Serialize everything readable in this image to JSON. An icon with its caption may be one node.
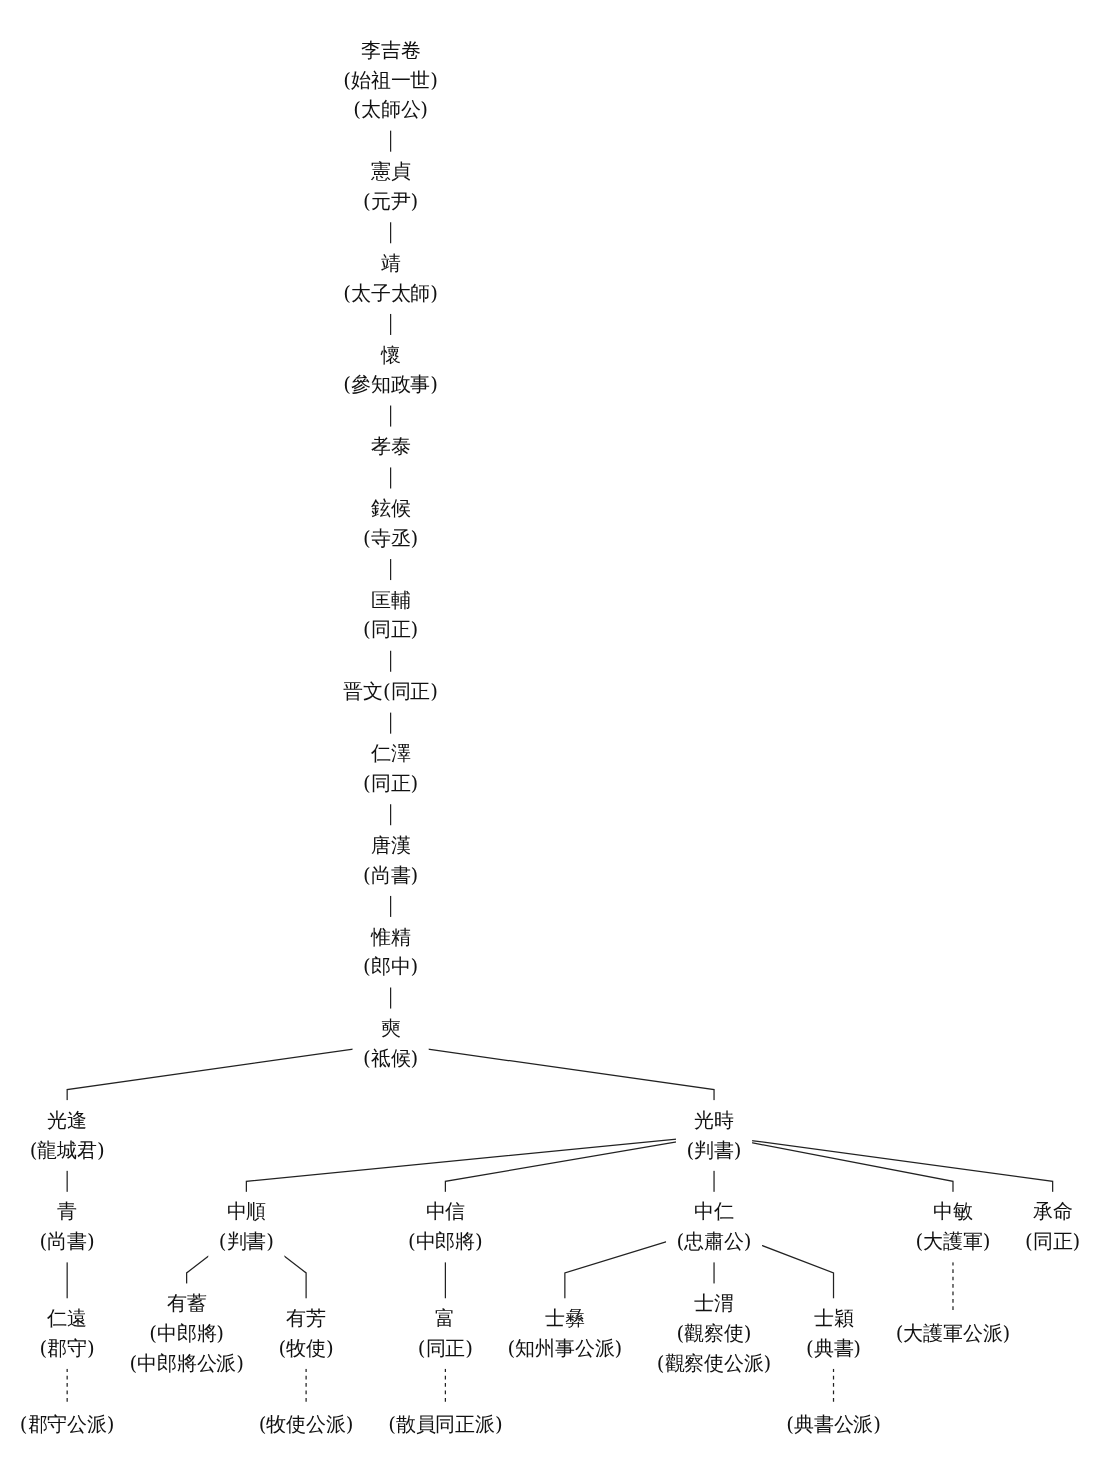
{
  "diagram": {
    "nodes": [
      {
        "text": [
          "李吉卷",
          "(始祖一世)",
          "(太師公)"
        ]
      },
      {
        "text": [
          "憲貞",
          "(元尹)"
        ]
      },
      {
        "text": [
          "靖",
          "(太子太師)"
        ]
      },
      {
        "text": [
          "懷",
          "(參知政事)"
        ]
      },
      {
        "text": [
          "孝泰"
        ]
      },
      {
        "text": [
          "鉉候",
          "(寺丞)"
        ]
      },
      {
        "text": [
          "匡輔",
          "(同正)"
        ]
      },
      {
        "text": [
          "晋文(同正)"
        ]
      },
      {
        "text": [
          "仁澤",
          "(同正)"
        ]
      },
      {
        "text": [
          "唐漢",
          "(尚書)"
        ]
      },
      {
        "text": [
          "惟精",
          "(郎中)"
        ]
      },
      {
        "text": [
          "奭",
          "(祗候)"
        ]
      },
      {
        "text": [
          "光逢",
          "(龍城君)"
        ]
      },
      {
        "text": [
          "光時",
          "(判書)"
        ]
      },
      {
        "text": [
          "青",
          "(尚書)"
        ]
      },
      {
        "text": [
          "仁遠",
          "(郡守)"
        ]
      },
      {
        "text": [
          "(郡守公派)"
        ]
      },
      {
        "text": [
          "中順",
          "(判書)"
        ]
      },
      {
        "text": [
          "中信",
          "(中郎將)"
        ]
      },
      {
        "text": [
          "中仁",
          "(忠肅公)"
        ]
      },
      {
        "text": [
          "中敏",
          "(大護軍)"
        ]
      },
      {
        "text": [
          "承命",
          "(同正)"
        ]
      },
      {
        "text": [
          "有蓄",
          "(中郎將)",
          "(中郎將公派)"
        ]
      },
      {
        "text": [
          "有芳",
          "(牧使)"
        ]
      },
      {
        "text": [
          "(牧使公派)"
        ]
      },
      {
        "text": [
          "富",
          "(同正)"
        ]
      },
      {
        "text": [
          "(散員同正派)"
        ]
      },
      {
        "text": [
          "士彝",
          "(知州事公派)"
        ]
      },
      {
        "text": [
          "士渭",
          "(觀察使)",
          "(觀察使公派)"
        ]
      },
      {
        "text": [
          "士穎",
          "(典書)"
        ]
      },
      {
        "text": [
          "(典書公派)"
        ]
      },
      {
        "text": [
          "(大護軍公派)"
        ]
      }
    ],
    "edges": [
      {
        "from": 0,
        "to": 1,
        "arrow": "none"
      },
      {
        "from": 1,
        "to": 2,
        "arrow": "none"
      },
      {
        "from": 2,
        "to": 3,
        "arrow": "none"
      },
      {
        "from": 3,
        "to": 4,
        "arrow": "none"
      },
      {
        "from": 4,
        "to": 5,
        "arrow": "none"
      },
      {
        "from": 5,
        "to": 6,
        "arrow": "none"
      },
      {
        "from": 6,
        "to": 7,
        "arrow": "none"
      },
      {
        "from": 7,
        "to": 8,
        "arrow": "none"
      },
      {
        "from": 8,
        "to": 9,
        "arrow": "none"
      },
      {
        "from": 9,
        "to": 10,
        "arrow": "none"
      },
      {
        "from": 10,
        "to": 11,
        "arrow": "none"
      },
      {
        "from": 11,
        "to": 12,
        "arrow": "none"
      },
      {
        "from": 11,
        "to": 13,
        "arrow": "none"
      },
      {
        "from": 12,
        "to": 14,
        "arrow": "none"
      },
      {
        "from": 14,
        "to": 15,
        "arrow": "none"
      },
      {
        "from": 15,
        "to": 16,
        "arrow": "none",
        "style": "dashed"
      },
      {
        "from": 13,
        "to": 17,
        "arrow": "none"
      },
      {
        "from": 13,
        "to": 18,
        "arrow": "none"
      },
      {
        "from": 13,
        "to": 19,
        "arrow": "none"
      },
      {
        "from": 13,
        "to": 20,
        "arrow": "none"
      },
      {
        "from": 13,
        "to": 21,
        "arrow": "none"
      },
      {
        "from": 17,
        "to": 22,
        "arrow": "none"
      },
      {
        "from": 17,
        "to": 23,
        "arrow": "none"
      },
      {
        "from": 23,
        "to": 24,
        "arrow": "none",
        "style": "dashed"
      },
      {
        "from": 18,
        "to": 25,
        "arrow": "none"
      },
      {
        "from": 25,
        "to": 26,
        "arrow": "none",
        "style": "dashed"
      },
      {
        "from": 19,
        "to": 27,
        "arrow": "none"
      },
      {
        "from": 19,
        "to": 28,
        "arrow": "none"
      },
      {
        "from": 19,
        "to": 29,
        "arrow": "none"
      },
      {
        "from": 29,
        "to": 30,
        "arrow": "none",
        "style": "dashed"
      },
      {
        "from": 20,
        "to": 31,
        "arrow": "none",
        "style": "dashed"
      }
    ]
  }
}
